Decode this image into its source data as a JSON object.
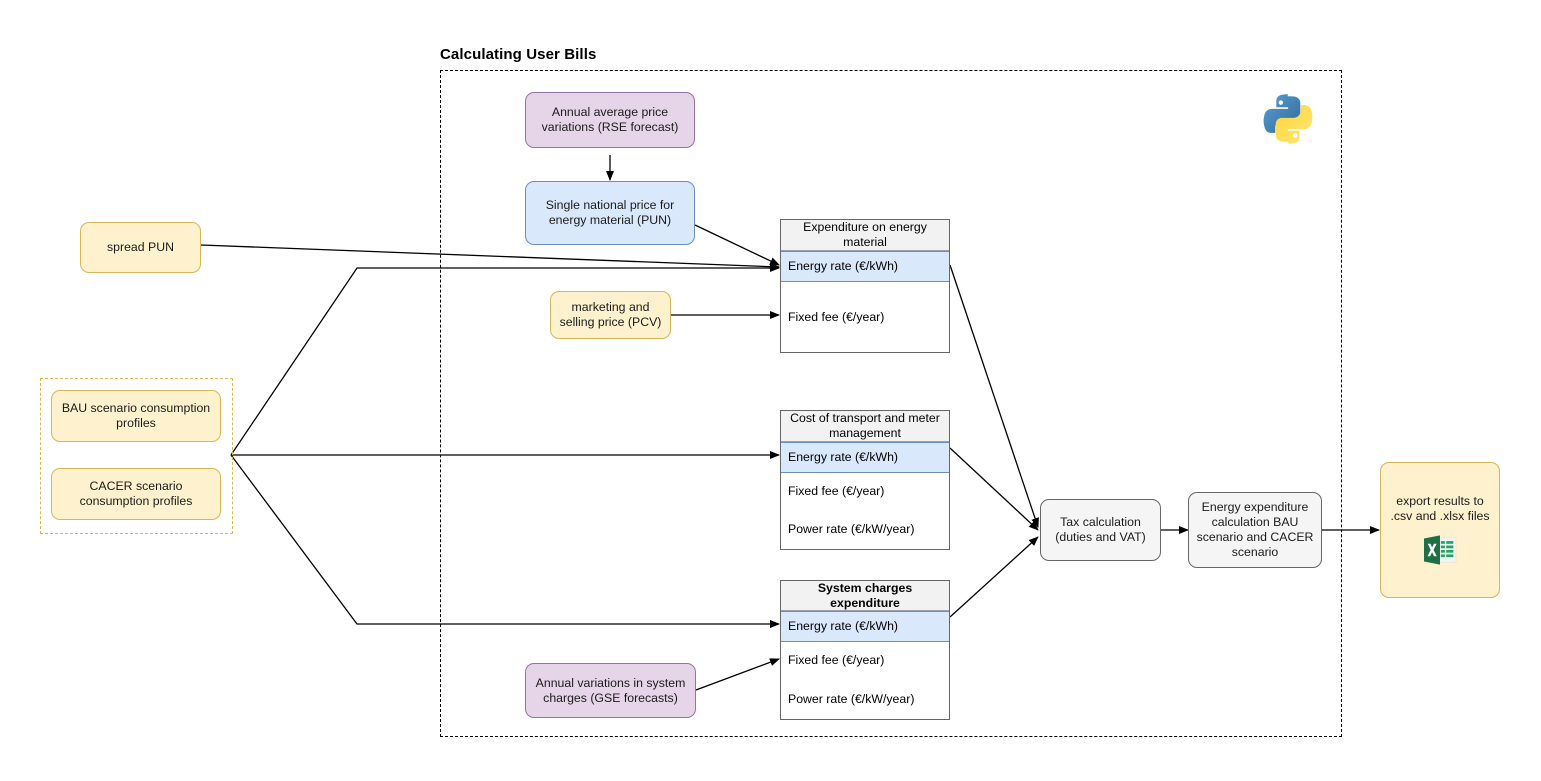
{
  "diagram": {
    "title": "Calculating User Bills"
  },
  "inputs": {
    "spread_pun": "spread PUN",
    "bau_profiles": "BAU scenario consumption profiles",
    "cacer_profiles": "CACER scenario consumption profiles",
    "pcv": "marketing and selling price (PCV)",
    "rse_forecast": "Annual average price variations (RSE forecast)",
    "gse_forecast": "Annual variations in system charges (GSE forecasts)"
  },
  "process": {
    "pun": "Single national price for energy material (PUN)",
    "tax": "Tax calculation\n(duties and VAT)",
    "tax_line1": "Tax calculation",
    "tax_line2": "(duties and VAT)",
    "energy_expenditure": "Energy expenditure calculation BAU scenario and CACER scenario",
    "export": "export results to .csv and .xlsx files"
  },
  "tables": [
    {
      "id": "expenditure-energy-material",
      "header": "Expenditure on energy material",
      "header_bold": false,
      "rows": [
        {
          "label": "Energy rate (€/kWh)",
          "highlight": true
        },
        {
          "label": "Fixed fee (€/year)",
          "highlight": false
        }
      ]
    },
    {
      "id": "cost-transport-meter",
      "header": "Cost of transport and meter management",
      "header_bold": false,
      "rows": [
        {
          "label": "Energy rate (€/kWh)",
          "highlight": true
        },
        {
          "label": "Fixed fee (€/year)",
          "highlight": false
        },
        {
          "label": "Power rate (€/kW/year)",
          "highlight": false
        }
      ]
    },
    {
      "id": "system-charges-expenditure",
      "header": "System charges expenditure",
      "header_bold": true,
      "rows": [
        {
          "label": "Energy rate (€/kWh)",
          "highlight": true
        },
        {
          "label": "Fixed fee (€/year)",
          "highlight": false
        },
        {
          "label": "Power rate (€/kW/year)",
          "highlight": false
        }
      ]
    }
  ],
  "icons": {
    "python": "python-logo-icon",
    "excel": "excel-file-icon"
  },
  "colors": {
    "amber_fill": "#fdf2cd",
    "amber_stroke": "#d6b656",
    "purple_fill": "#e6d4e8",
    "purple_stroke": "#9673a6",
    "blue_fill": "#d9e8fb",
    "blue_stroke": "#6c8ebf",
    "grey_fill": "#f5f5f5",
    "grey_stroke": "#666666",
    "table_head_fill": "#f2f2f2",
    "edge": "#000000"
  }
}
